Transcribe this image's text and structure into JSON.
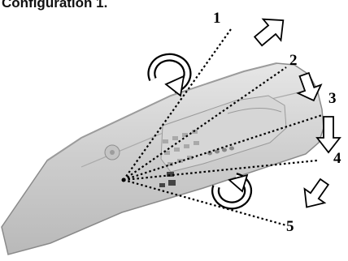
{
  "figure": {
    "title": "Configuration 1.",
    "ray_labels": [
      "1",
      "2",
      "3",
      "4",
      "5"
    ]
  },
  "colors": {
    "device_fill": "#cfcfcf",
    "device_edge": "#8a8a8a",
    "ray": "#000000",
    "arrow_stroke": "#000000",
    "arrow_fill": "#ffffff"
  },
  "icons": [
    "device-photo",
    "outline-arrow-up-right-icon",
    "outline-arrow-down-icon",
    "outline-arrow-down-left-icon",
    "clockwise-rotation-icon",
    "counterclockwise-rotation-icon"
  ]
}
